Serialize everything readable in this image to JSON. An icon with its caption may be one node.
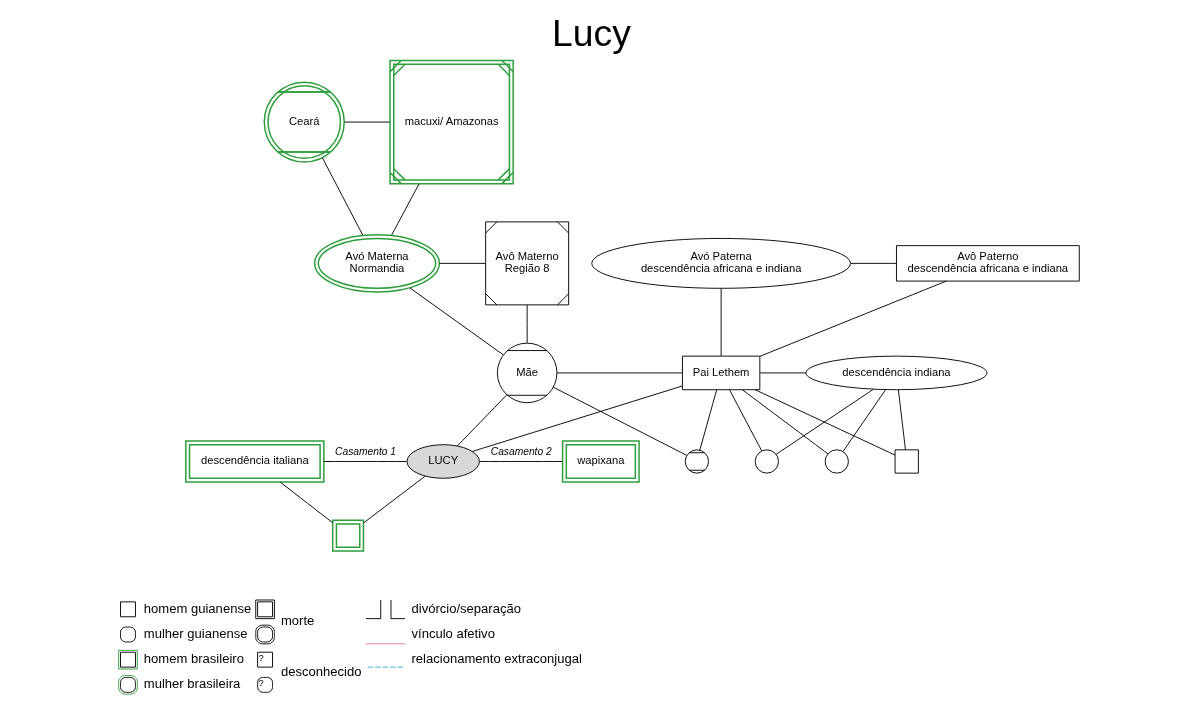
{
  "diagram": {
    "title": "Lucy",
    "nodes": [
      {
        "text": [
          "Ceará"
        ]
      },
      {
        "text": [
          "macuxi/ Amazonas"
        ]
      },
      {
        "text": [
          "Avó Materna",
          "Normandia"
        ]
      },
      {
        "text": [
          "Avô Materno",
          "Região 8"
        ]
      },
      {
        "text": [
          "Avó Paterna",
          "descendência africana e indiana"
        ]
      },
      {
        "text": [
          "Avô Paterno",
          "descendência africana e indiana"
        ]
      },
      {
        "text": [
          "Mãe"
        ]
      },
      {
        "text": [],
        "shape": "circle"
      },
      {
        "text": [
          "Pai Lethem"
        ]
      },
      {
        "text": [],
        "shape": "circle"
      },
      {
        "text": [],
        "shape": "circle"
      },
      {
        "text": [],
        "shape": "box"
      },
      {
        "text": [
          "descendência indiana"
        ]
      },
      {
        "text": [
          "descendência italiana"
        ]
      },
      {
        "text": [],
        "shape": "box"
      },
      {
        "text": [
          "LUCY"
        ]
      },
      {
        "text": [
          "wapixana"
        ]
      }
    ],
    "edges": [
      {
        "from": 0,
        "to": 1,
        "arrow": "none"
      },
      {
        "from": 0,
        "to": 2,
        "arrow": "none"
      },
      {
        "from": 1,
        "to": 2,
        "arrow": "none"
      },
      {
        "from": 2,
        "to": 3,
        "arrow": "none"
      },
      {
        "from": 2,
        "to": 6,
        "arrow": "none"
      },
      {
        "from": 3,
        "to": 6,
        "arrow": "none"
      },
      {
        "from": 4,
        "to": 5,
        "arrow": "none"
      },
      {
        "from": 4,
        "to": 8,
        "arrow": "none"
      },
      {
        "from": 5,
        "to": 8,
        "arrow": "none"
      },
      {
        "from": 6,
        "to": 8,
        "arrow": "none"
      },
      {
        "from": 6,
        "to": 15,
        "arrow": "none"
      },
      {
        "from": 8,
        "to": 15,
        "arrow": "none"
      },
      {
        "from": 6,
        "to": 7,
        "arrow": "none"
      },
      {
        "from": 8,
        "to": 7,
        "arrow": "none"
      },
      {
        "from": 8,
        "to": 12,
        "arrow": "none"
      },
      {
        "from": 8,
        "to": 9,
        "arrow": "none"
      },
      {
        "from": 12,
        "to": 9,
        "arrow": "none"
      },
      {
        "from": 8,
        "to": 10,
        "arrow": "none"
      },
      {
        "from": 12,
        "to": 10,
        "arrow": "none"
      },
      {
        "from": 8,
        "to": 11,
        "arrow": "none"
      },
      {
        "from": 12,
        "to": 11,
        "arrow": "none"
      },
      {
        "from": 13,
        "to": 15,
        "label": "Casamento 1",
        "arrow": "none"
      },
      {
        "from": 13,
        "to": 14,
        "arrow": "none"
      },
      {
        "from": 15,
        "to": 14,
        "arrow": "none"
      },
      {
        "from": 15,
        "to": 16,
        "label": "Casamento 2",
        "arrow": "none"
      }
    ],
    "labels": [
      "?",
      "?"
    ],
    "legend": [
      {
        "text": "homem guianense"
      },
      {
        "text": "mulher guianense"
      },
      {
        "text": "homem brasileiro"
      },
      {
        "text": "mulher brasileira"
      },
      {
        "text": "morte"
      },
      {
        "text": "desconhecido"
      },
      {
        "text": "divórcio/separação"
      },
      {
        "text": "vínculo afetivo"
      },
      {
        "text": "relacionamento extraconjugal"
      }
    ]
  }
}
